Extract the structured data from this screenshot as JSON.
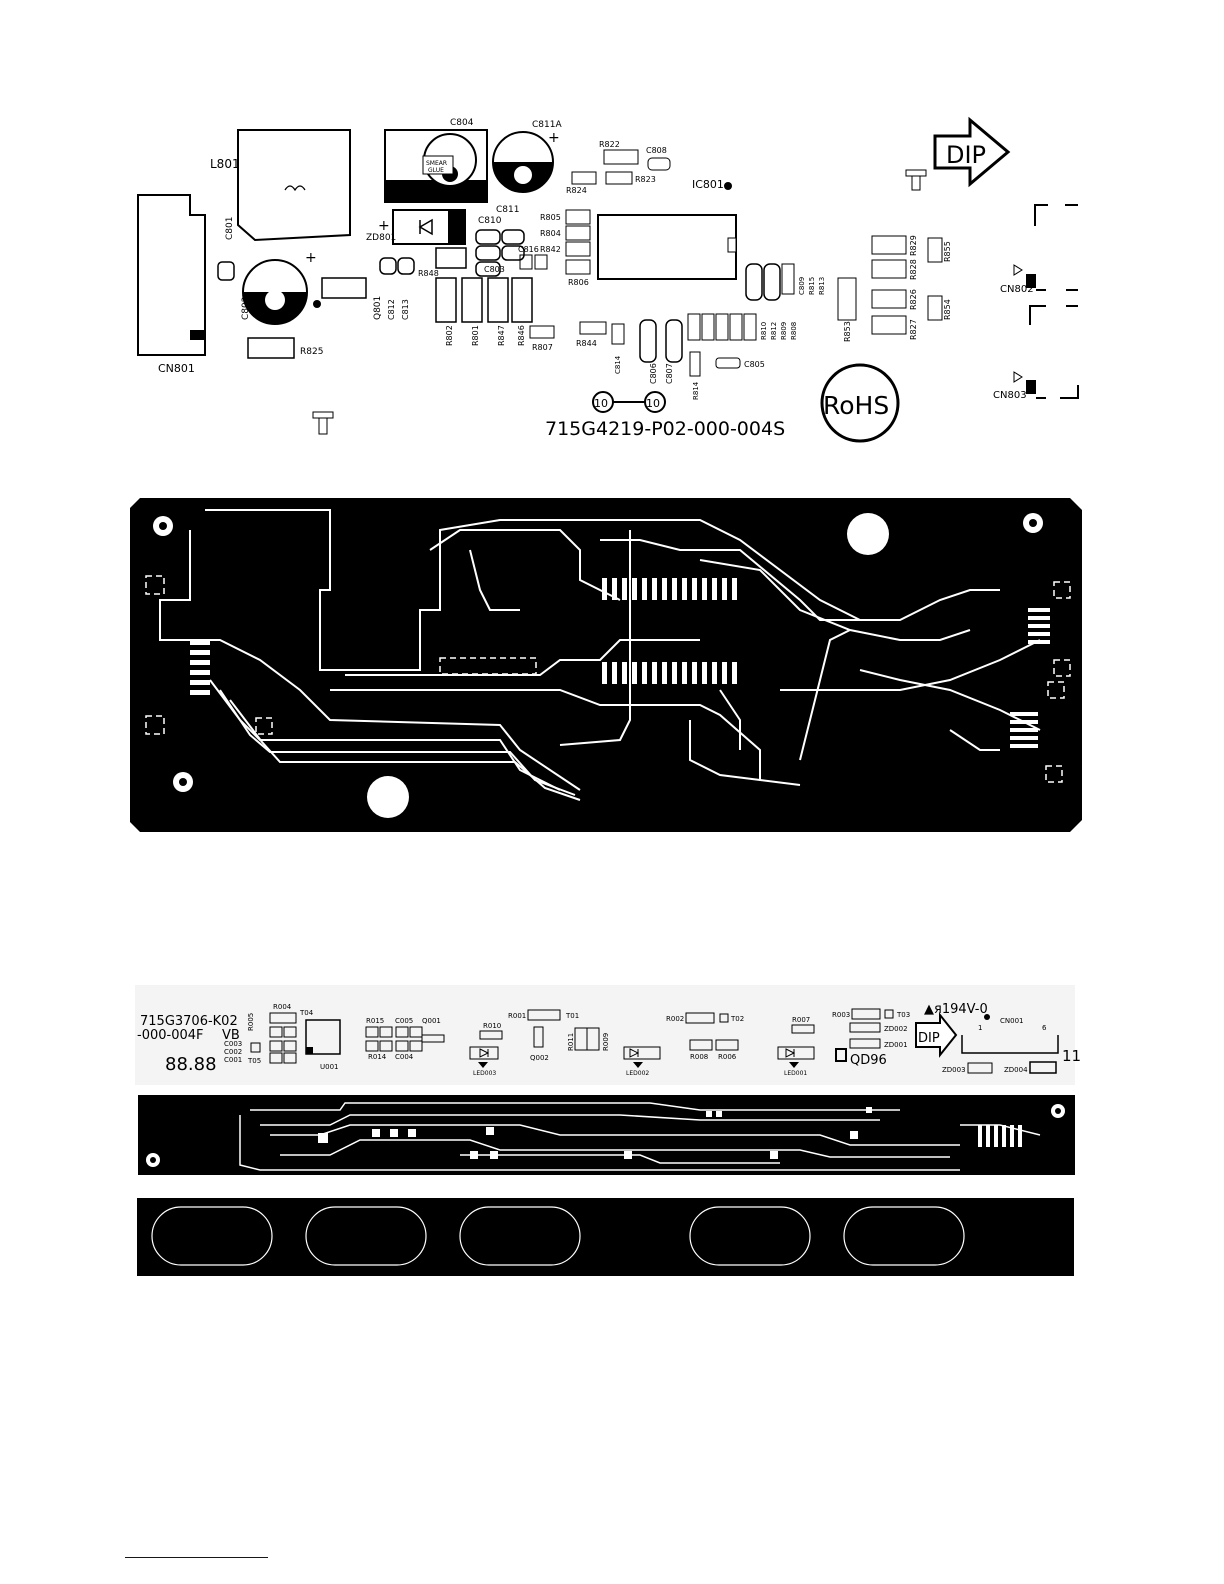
{
  "power_board": {
    "part_number": "715G4219-P02-000-004S",
    "rohs_label": "RoHS",
    "dip_label": "DIP",
    "glue_note": [
      "SMEAR",
      "GLUE"
    ],
    "test_marks": [
      "10",
      "10"
    ],
    "labels": {
      "L801": "L801",
      "C801": "C801",
      "C802": "C802",
      "CN801": "CN801",
      "R825": "R825",
      "C804": "C804",
      "C811A": "C811A",
      "C811": "C811",
      "ZD801": "ZD801",
      "R848": "R848",
      "C810": "C810",
      "C803": "C803",
      "C816": "C816",
      "Q801": "Q801",
      "C812": "C812",
      "C813": "C813",
      "R802": "R802",
      "R801": "R801",
      "R847": "R847",
      "R846": "R846",
      "R807": "R807",
      "R822": "R822",
      "C808": "C808",
      "R824": "R824",
      "R823": "R823",
      "IC801": "IC801",
      "R805": "R805",
      "R804": "R804",
      "R842": "R842",
      "R806": "R806",
      "R844": "R844",
      "C814": "C814",
      "C806": "C806",
      "C807": "C807",
      "R814": "R814",
      "C805": "C805",
      "R810": "R810",
      "R812": "R812",
      "R809": "R809",
      "R808": "R808",
      "C809": "C809",
      "R815": "R815",
      "R813": "R813",
      "R853": "R853",
      "R829": "R829",
      "R828": "R828",
      "R826": "R826",
      "R827": "R827",
      "R855": "R855",
      "R854": "R854",
      "CN802": "CN802",
      "CN803": "CN803"
    }
  },
  "key_board": {
    "part_number_line1": "715G3706-K02",
    "part_number_line2": "-000-004F",
    "version": "VB",
    "display_digits": "88.88",
    "flammability": "▲я194V-0",
    "dip_label": "DIP",
    "date_code": "QD96",
    "labels": {
      "R004": "R004",
      "T04": "T04",
      "R005": "R005",
      "C003": "C003",
      "C002": "C002",
      "C001": "C001",
      "T05": "T05",
      "U001": "U001",
      "R015": "R015",
      "C005": "C005",
      "Q001": "Q001",
      "R014": "R014",
      "C004": "C004",
      "R010": "R010",
      "R001": "R001",
      "T01": "T01",
      "Q002": "Q002",
      "R011": "R011",
      "R009": "R009",
      "LED003": "LED003",
      "LED002": "LED002",
      "LED001": "LED001",
      "R002": "R002",
      "T02": "T02",
      "R008": "R008",
      "R006": "R006",
      "R007": "R007",
      "R003": "R003",
      "T03": "T03",
      "ZD002": "ZD002",
      "ZD001": "ZD001",
      "ZD003": "ZD003",
      "ZD004": "ZD004",
      "CN001": "CN001",
      "pin1": "1",
      "pin6": "6",
      "pin11": "11"
    }
  }
}
